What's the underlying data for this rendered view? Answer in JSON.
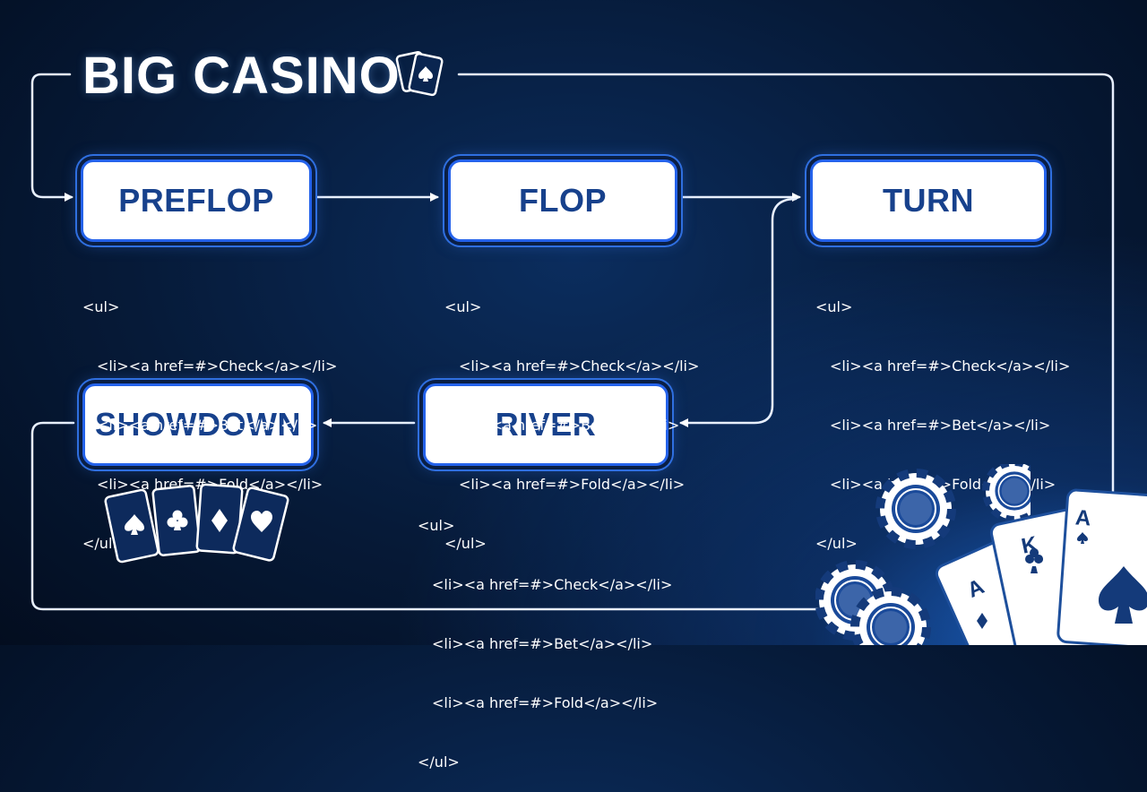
{
  "header": {
    "title": "BIG CASINO",
    "logo_icon": "playing-cards-icon"
  },
  "stages": {
    "preflop": {
      "label": "PREFLOP"
    },
    "flop": {
      "label": "FLOP"
    },
    "turn": {
      "label": "TURN"
    },
    "river": {
      "label": "RIVER"
    },
    "showdown": {
      "label": "SHOWDOWN"
    }
  },
  "snippets": {
    "preflop": {
      "open": "<ul>",
      "items": [
        "<li><a href=#>Check</a></li>",
        "<li><a href=#>Bet</a></li>",
        "<li><a href=#>Fold</a></li>"
      ],
      "close": "</ul>"
    },
    "flop": {
      "open": "<ul>",
      "items": [
        "<li><a href=#>Check</a></li>",
        "<li><a href=#>Bet</a></li>",
        "<li><a href=#>Fold</a></li>"
      ],
      "close": "</ul>"
    },
    "turn": {
      "open": "<ul>",
      "items": [
        "<li><a href=#>Check</a></li>",
        "<li><a href=#>Bet</a></li>",
        "<li><a href=#>Fold</a></li>"
      ],
      "close": "</ul>"
    },
    "river": {
      "open": "<ul>",
      "items": [
        "<li><a href=#>Check</a></li>",
        "<li><a href=#>Bet</a></li>",
        "<li><a href=#>Fold</a></li>"
      ],
      "close": "</ul>"
    }
  },
  "decor": {
    "card_suits": [
      "spade-icon",
      "club-icon",
      "diamond-icon",
      "heart-icon"
    ],
    "corner_cards": [
      "A",
      "K",
      "A"
    ],
    "chips": "poker-chip-icon"
  },
  "colors": {
    "accent": "#2563eb",
    "label": "#17418c",
    "background": "#061a38"
  }
}
